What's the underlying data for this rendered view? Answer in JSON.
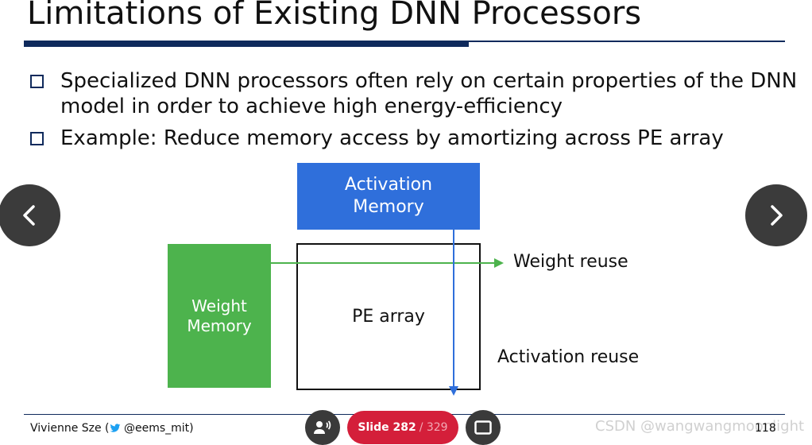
{
  "slide": {
    "title": "Limitations of Existing DNN Processors",
    "bullets": [
      "Specialized DNN processors often rely on certain properties of the DNN model in order to achieve high energy-efficiency",
      "Example: Reduce memory access by amortizing across PE array"
    ],
    "diagram": {
      "activation_memory_line1": "Activation",
      "activation_memory_line2": "Memory",
      "weight_memory_line1": "Weight",
      "weight_memory_line2": "Memory",
      "pe_array": "PE array",
      "weight_reuse": "Weight reuse",
      "activation_reuse": "Activation reuse"
    },
    "footer": {
      "author": "Vivienne Sze (",
      "handle": "@eems_mit)",
      "page_number": "118"
    }
  },
  "viewer": {
    "slide_label": "Slide 282",
    "slide_total": "/ 329",
    "watermark": "CSDN @wangwangmoonlight",
    "icons": {
      "prev": "chevron-left-icon",
      "next": "chevron-right-icon",
      "audio": "speaker-icon",
      "fullscreen": "fullscreen-icon"
    }
  },
  "colors": {
    "navy": "#0f2a5c",
    "activation_blue": "#2f6fdb",
    "weight_green": "#4db34d",
    "slide_red": "#d41f3a",
    "nav_gray": "#3b3b3b"
  }
}
